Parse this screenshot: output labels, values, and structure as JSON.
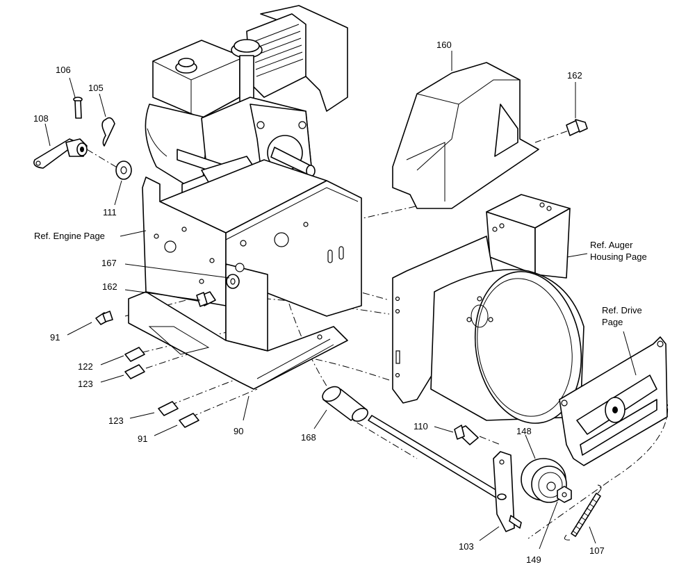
{
  "labels": {
    "p106": "106",
    "p105": "105",
    "p108": "108",
    "p111": "111",
    "p160": "160",
    "p162_top": "162",
    "ref_engine": "Ref. Engine Page",
    "ref_auger_1": "Ref. Auger",
    "ref_auger_2": "Housing Page",
    "ref_drive_1": "Ref. Drive",
    "ref_drive_2": "Page",
    "p167": "167",
    "p162_mid": "162",
    "p91_a": "91",
    "p122": "122",
    "p123_a": "123",
    "p123_b": "123",
    "p91_b": "91",
    "p90": "90",
    "p168": "168",
    "p110": "110",
    "p148": "148",
    "p103": "103",
    "p149": "149",
    "p107": "107"
  }
}
